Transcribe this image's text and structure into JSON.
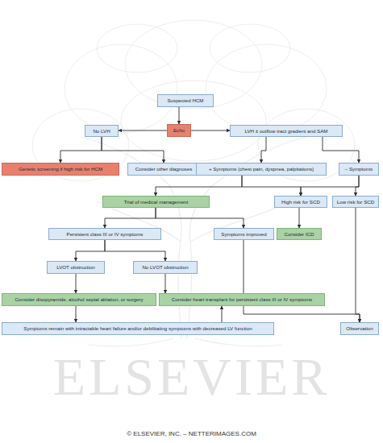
{
  "diagram": {
    "nodes": [
      {
        "text": [
          "Suspected HCM"
        ]
      },
      {
        "text": [
          "Echo"
        ]
      },
      {
        "text": [
          "No LVH"
        ]
      },
      {
        "text": [
          "LVH ± outflow tract gradient and SAM"
        ]
      },
      {
        "text": [
          "Genetic screening if high risk for HCM"
        ]
      },
      {
        "text": [
          "Consider other diagnoses"
        ]
      },
      {
        "text": [
          "+ Symptoms (chest pain, dyspnea, palpitations)"
        ]
      },
      {
        "text": [
          "– Symptoms"
        ]
      },
      {
        "text": [
          "Trial of medical management"
        ]
      },
      {
        "text": [
          "High risk for SCD"
        ]
      },
      {
        "text": [
          "Low risk for SCD"
        ]
      },
      {
        "text": [
          "Persistent class III or IV symptoms"
        ]
      },
      {
        "text": [
          "Symptoms improved"
        ]
      },
      {
        "text": [
          "Consider ICD"
        ]
      },
      {
        "text": [
          "LVOT obstruction"
        ]
      },
      {
        "text": [
          "No LVOT obstruction"
        ]
      },
      {
        "text": [
          "Consider disopyramide, alcohol septal ablation, or surgery"
        ]
      },
      {
        "text": [
          "Consider heart transplant for persistent class III or IV symptoms"
        ]
      },
      {
        "text": [
          "Symptoms remain with intractable heart failure and/or debilitating symptoms with decreased LV function"
        ]
      },
      {
        "text": [
          "Observation"
        ]
      }
    ],
    "edges": [
      {
        "from": 0,
        "to": 1,
        "arrow": "to"
      },
      {
        "from": 1,
        "to": 2,
        "arrow": "to"
      },
      {
        "from": 1,
        "to": 3,
        "arrow": "to"
      },
      {
        "from": 2,
        "to": 4,
        "arrow": "to"
      },
      {
        "from": 2,
        "to": 5,
        "arrow": "to"
      },
      {
        "from": 3,
        "to": 6,
        "arrow": "to"
      },
      {
        "from": 3,
        "to": 7,
        "arrow": "to"
      },
      {
        "from": 6,
        "to": 8,
        "arrow": "to"
      },
      {
        "from": 6,
        "to": 9,
        "arrow": "to"
      },
      {
        "from": 7,
        "to": 9,
        "arrow": "to"
      },
      {
        "from": 7,
        "to": 10,
        "arrow": "to"
      },
      {
        "from": 8,
        "to": 11,
        "arrow": "to"
      },
      {
        "from": 8,
        "to": 12,
        "arrow": "to"
      },
      {
        "from": 9,
        "to": 13,
        "arrow": "to"
      },
      {
        "from": 10,
        "to": 19,
        "arrow": "to"
      },
      {
        "from": 12,
        "to": 19,
        "arrow": "to"
      },
      {
        "from": 11,
        "to": 14,
        "arrow": "to"
      },
      {
        "from": 11,
        "to": 15,
        "arrow": "to"
      },
      {
        "from": 14,
        "to": 16,
        "arrow": "to"
      },
      {
        "from": 15,
        "to": 17,
        "arrow": "to"
      },
      {
        "from": 16,
        "to": 18,
        "arrow": "to"
      },
      {
        "from": 18,
        "to": 17,
        "arrow": "to"
      }
    ],
    "labels": [
      "© ELSEVIER, INC. – NETTERIMAGES.COM",
      "ELSEVIER"
    ]
  }
}
